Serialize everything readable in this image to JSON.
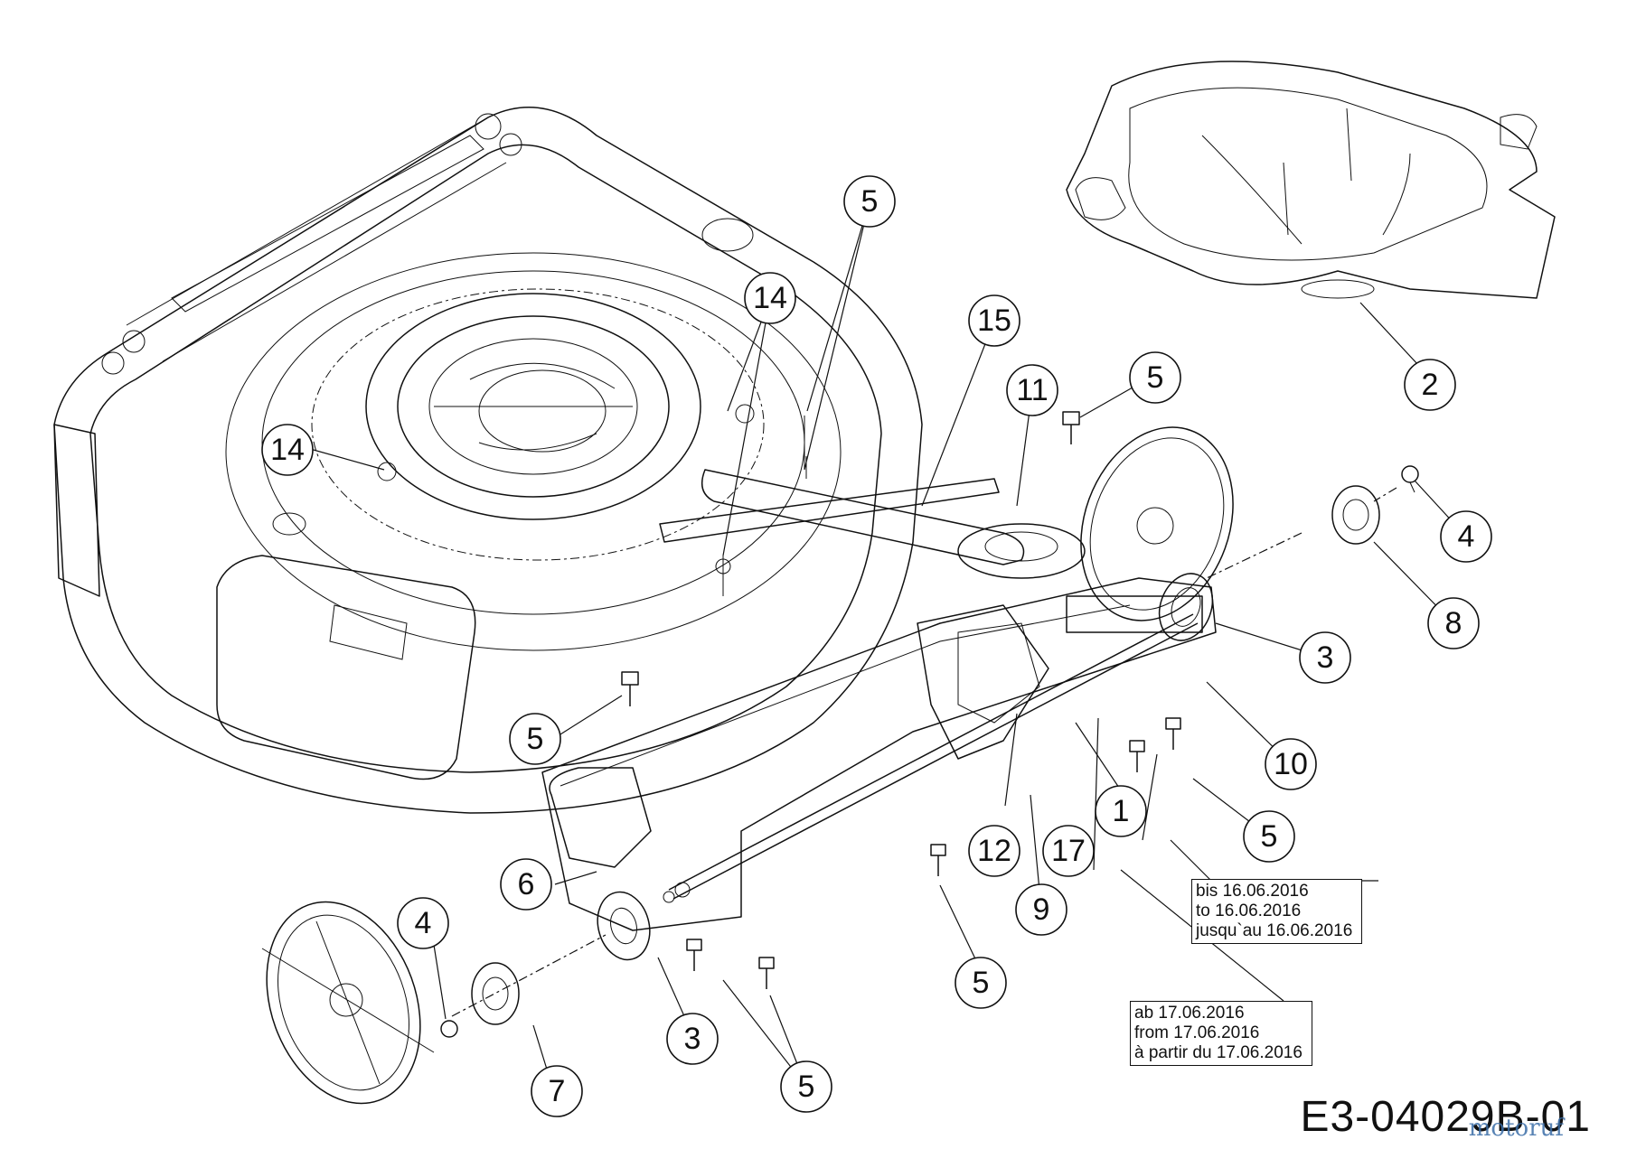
{
  "diagram_id": "E3-04029B-01",
  "watermark_text": "motoruf",
  "callouts": [
    {
      "id": "c-5-top",
      "label": "5"
    },
    {
      "id": "c-14-top",
      "label": "14"
    },
    {
      "id": "c-15",
      "label": "15"
    },
    {
      "id": "c-11",
      "label": "11"
    },
    {
      "id": "c-5-right",
      "label": "5"
    },
    {
      "id": "c-2",
      "label": "2"
    },
    {
      "id": "c-14-left",
      "label": "14"
    },
    {
      "id": "c-4-right",
      "label": "4"
    },
    {
      "id": "c-8",
      "label": "8"
    },
    {
      "id": "c-3-right",
      "label": "3"
    },
    {
      "id": "c-5-left",
      "label": "5"
    },
    {
      "id": "c-10",
      "label": "10"
    },
    {
      "id": "c-1",
      "label": "1"
    },
    {
      "id": "c-5-bolts-right",
      "label": "5"
    },
    {
      "id": "c-12",
      "label": "12"
    },
    {
      "id": "c-17",
      "label": "17"
    },
    {
      "id": "c-6",
      "label": "6"
    },
    {
      "id": "c-9",
      "label": "9"
    },
    {
      "id": "c-4-left",
      "label": "4"
    },
    {
      "id": "c-5-mid",
      "label": "5"
    },
    {
      "id": "c-3-left",
      "label": "3"
    },
    {
      "id": "c-7",
      "label": "7"
    },
    {
      "id": "c-5-bottom",
      "label": "5"
    }
  ],
  "notes": {
    "until": [
      "bis 16.06.2016",
      "to 16.06.2016",
      "jusqu`au 16.06.2016"
    ],
    "from": [
      "ab 17.06.2016",
      "from 17.06.2016",
      "à partir du 17.06.2016"
    ]
  }
}
